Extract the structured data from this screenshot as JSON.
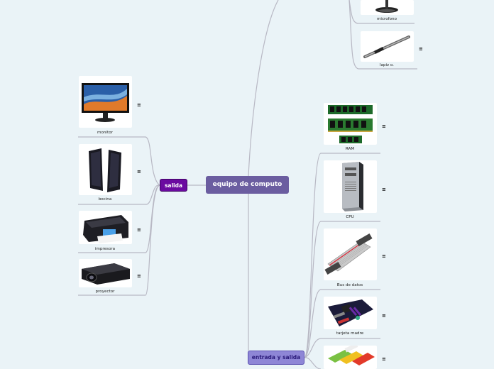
{
  "root": {
    "label": "equipo de computo"
  },
  "branches": {
    "salida": {
      "label": "salida"
    },
    "entrada": {
      "label": "entrada y salida"
    }
  },
  "note_icon": "≡",
  "leaves": {
    "microfono": {
      "label": "microfono",
      "icon": "microphone-icon"
    },
    "lapiz": {
      "label": "lapiz o.",
      "icon": "pen-icon"
    },
    "monitor": {
      "label": "monitor",
      "icon": "monitor-icon"
    },
    "bocina": {
      "label": "bocina",
      "icon": "speaker-icon"
    },
    "impresora": {
      "label": "impresora",
      "icon": "printer-icon"
    },
    "proyector": {
      "label": "proyector",
      "icon": "projector-icon"
    },
    "ram": {
      "label": "RAM",
      "icon": "ram-icon"
    },
    "cpu": {
      "label": "CPU",
      "icon": "cpu-tower-icon"
    },
    "bus": {
      "label": "Bus de datos",
      "icon": "ribbon-cable-icon"
    },
    "madre": {
      "label": "tarjeta madre",
      "icon": "motherboard-icon"
    },
    "usb": {
      "label": "",
      "icon": "usb-drive-icon"
    }
  },
  "colors": {
    "background": "#eaf3f7",
    "root": "#6b5da0",
    "salida": "#6b0aa0",
    "entrada": "#8e86d6",
    "connector": "#b8b8c4"
  }
}
